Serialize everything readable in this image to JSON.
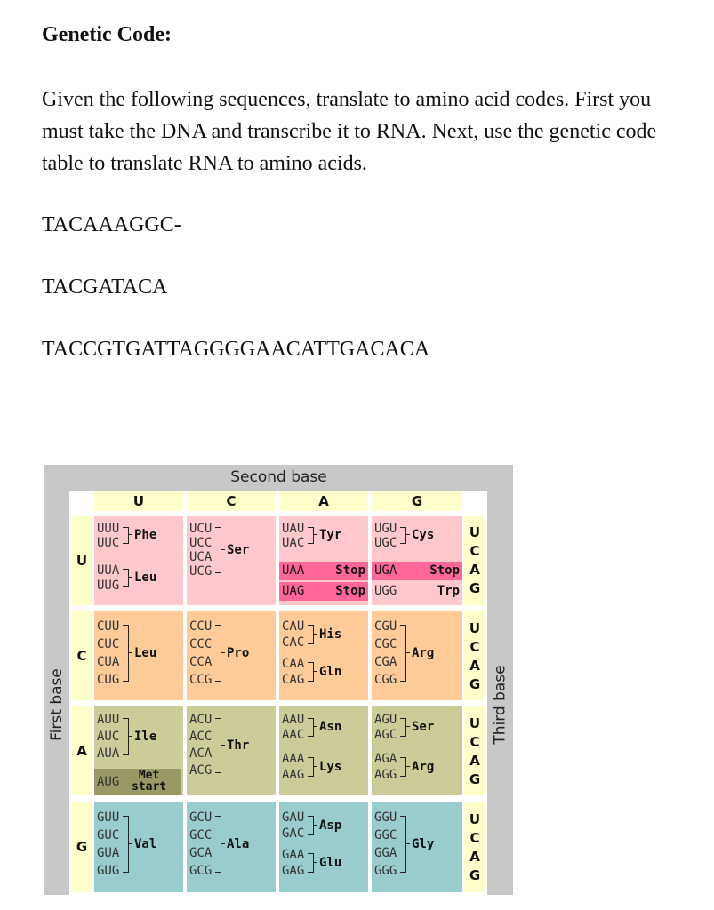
{
  "document": {
    "heading": "Genetic Code:",
    "instructions": "Given the following sequences, translate to amino acid codes. First you must take the DNA and transcribe it to RNA. Next, use the genetic code table to translate RNA to amino acids.",
    "sequences": [
      "TACAAAGGC-",
      "TACGATACA",
      "TACCGTGATTAGGGGAACATTGACACA"
    ]
  },
  "table": {
    "second_base_label": "Second base",
    "first_base_label": "First base",
    "third_base_label": "Third base",
    "bases": [
      "U",
      "C",
      "A",
      "G"
    ],
    "colors": {
      "U": "#ffc8cc",
      "C": "#ffcc99",
      "A": "#cccc99",
      "G": "#99cccc",
      "stop": "#ff6699",
      "start": "#999966",
      "header": "#ffffcc",
      "frame": "#c8c8c8"
    },
    "rows": {
      "U": {
        "U": {
          "codons": [
            "UUU",
            "UUC",
            "UUA",
            "UUG"
          ],
          "aa1": "Phe",
          "aa2": "Leu"
        },
        "C": {
          "codons": [
            "UCU",
            "UCC",
            "UCA",
            "UCG"
          ],
          "aa": "Ser"
        },
        "A": {
          "codons": [
            "UAU",
            "UAC",
            "UAA",
            "UAG"
          ],
          "aa1": "Tyr",
          "stop1": "Stop",
          "stop2": "Stop"
        },
        "G": {
          "codons": [
            "UGU",
            "UGC",
            "UGA",
            "UGG"
          ],
          "aa1": "Cys",
          "stop": "Stop",
          "aa2": "Trp"
        }
      },
      "C": {
        "U": {
          "codons": [
            "CUU",
            "CUC",
            "CUA",
            "CUG"
          ],
          "aa": "Leu"
        },
        "C": {
          "codons": [
            "CCU",
            "CCC",
            "CCA",
            "CCG"
          ],
          "aa": "Pro"
        },
        "A": {
          "codons": [
            "CAU",
            "CAC",
            "CAA",
            "CAG"
          ],
          "aa1": "His",
          "aa2": "Gln"
        },
        "G": {
          "codons": [
            "CGU",
            "CGC",
            "CGA",
            "CGG"
          ],
          "aa": "Arg"
        }
      },
      "A": {
        "U": {
          "codons": [
            "AUU",
            "AUC",
            "AUA",
            "AUG"
          ],
          "aa": "Ile",
          "met": "Met",
          "start": "start"
        },
        "C": {
          "codons": [
            "ACU",
            "ACC",
            "ACA",
            "ACG"
          ],
          "aa": "Thr"
        },
        "A": {
          "codons": [
            "AAU",
            "AAC",
            "AAA",
            "AAG"
          ],
          "aa1": "Asn",
          "aa2": "Lys"
        },
        "G": {
          "codons": [
            "AGU",
            "AGC",
            "AGA",
            "AGG"
          ],
          "aa1": "Ser",
          "aa2": "Arg"
        }
      },
      "G": {
        "U": {
          "codons": [
            "GUU",
            "GUC",
            "GUA",
            "GUG"
          ],
          "aa": "Val"
        },
        "C": {
          "codons": [
            "GCU",
            "GCC",
            "GCA",
            "GCG"
          ],
          "aa": "Ala"
        },
        "A": {
          "codons": [
            "GAU",
            "GAC",
            "GAA",
            "GAG"
          ],
          "aa1": "Asp",
          "aa2": "Glu"
        },
        "G": {
          "codons": [
            "GGU",
            "GGC",
            "GGA",
            "GGG"
          ],
          "aa": "Gly"
        }
      }
    }
  }
}
